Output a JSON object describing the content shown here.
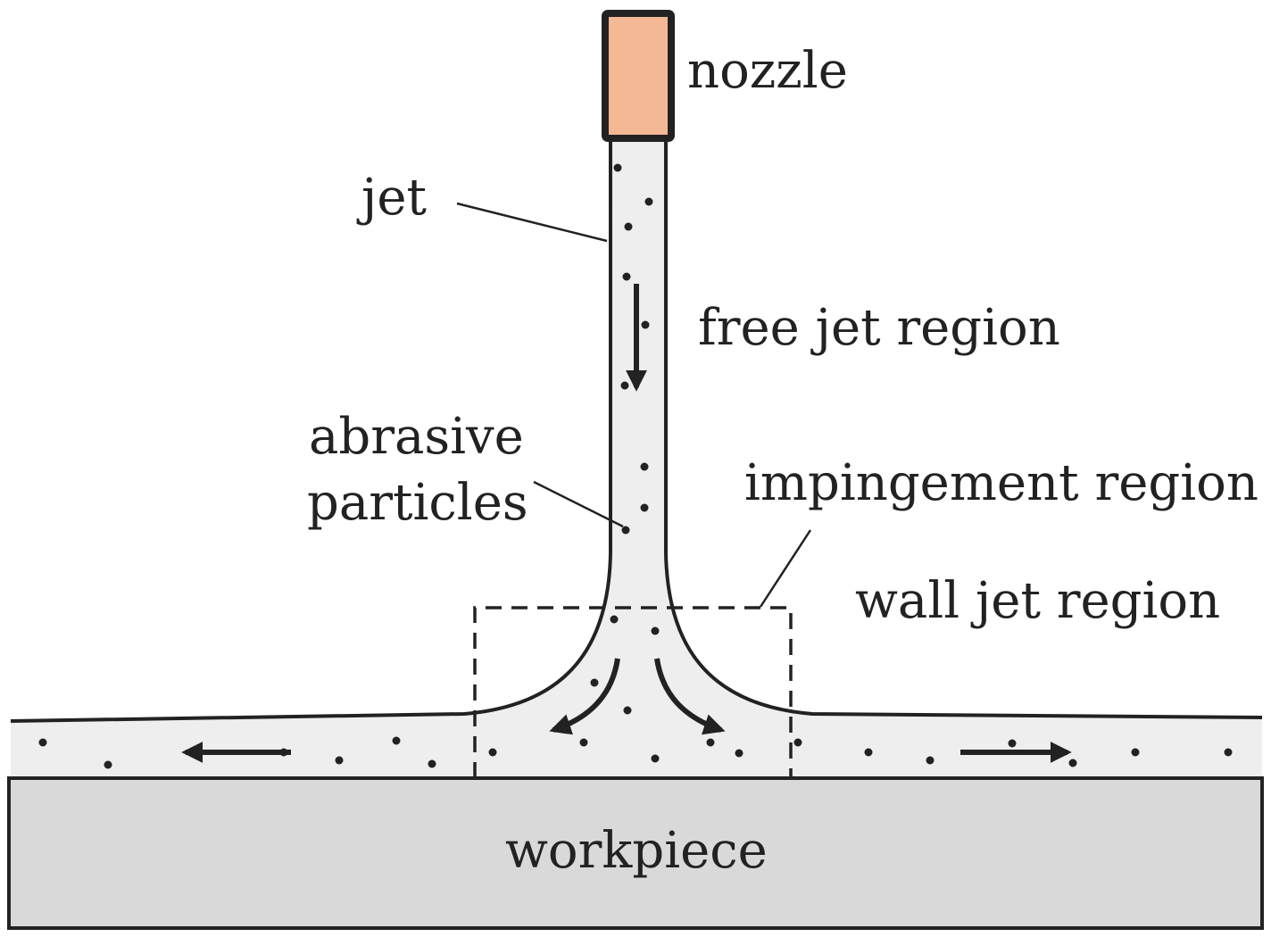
{
  "labels": {
    "nozzle": "nozzle",
    "jet": "jet",
    "free_jet_region": "free jet region",
    "abrasive_line1": "abrasive",
    "abrasive_line2": "particles",
    "impingement_region": "impingement region",
    "wall_jet_region": "wall jet region",
    "workpiece": "workpiece"
  },
  "colors": {
    "nozzle_fill": "#f4b994",
    "fluid_fill": "#eeeeee",
    "workpiece_fill": "#d9d9d9",
    "stroke": "#222222"
  }
}
